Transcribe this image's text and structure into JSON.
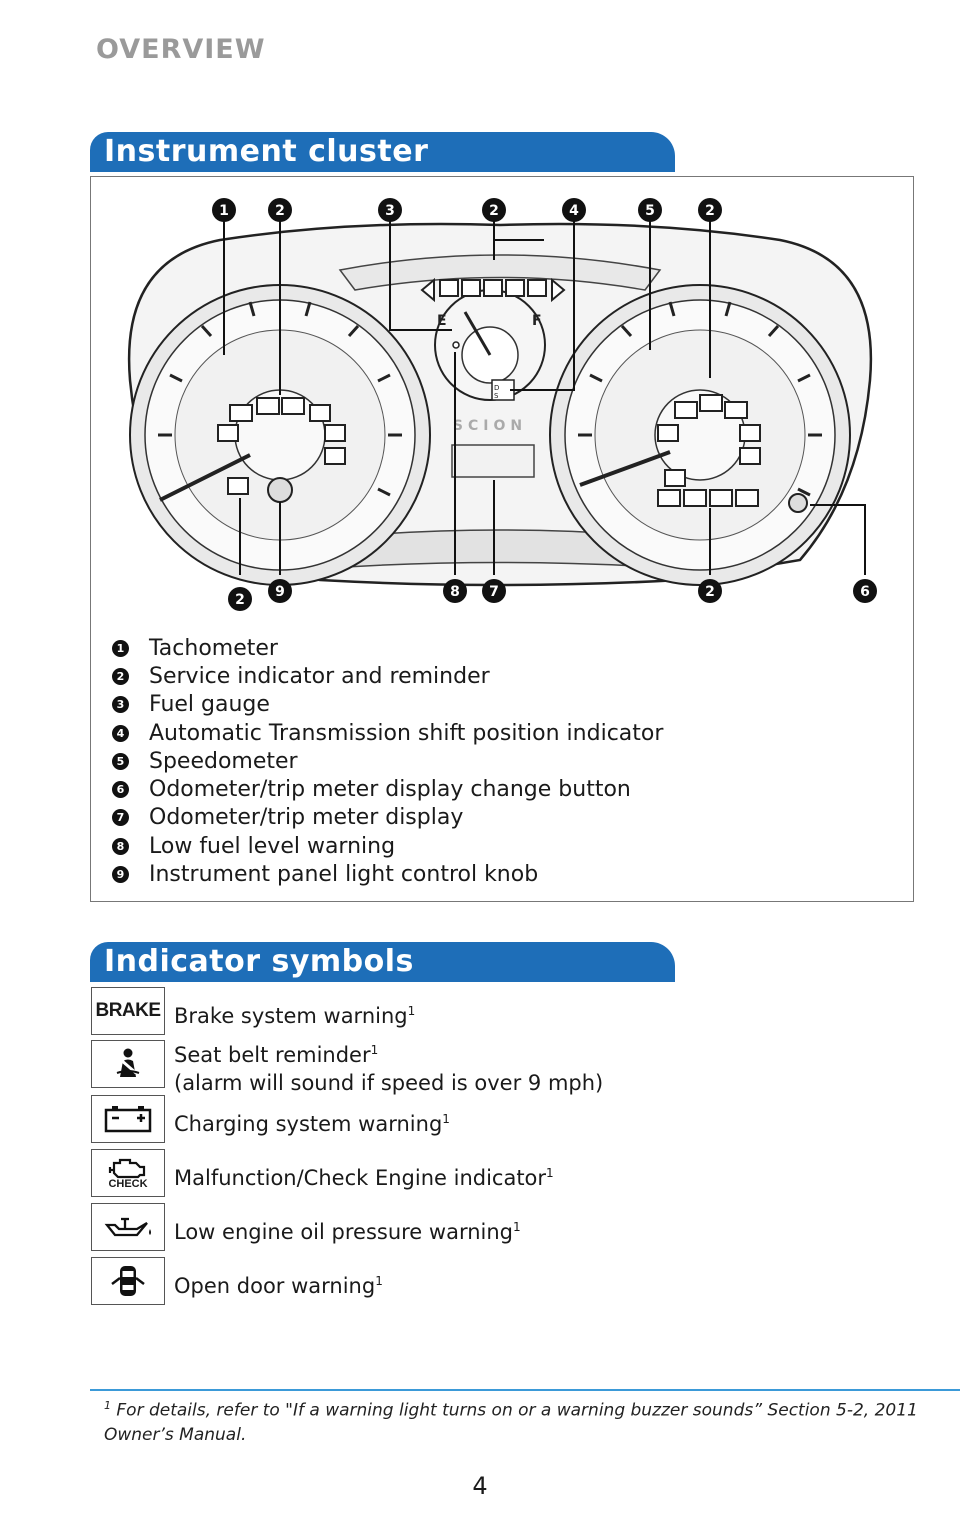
{
  "page": {
    "section_title": "OVERVIEW",
    "page_number": "4"
  },
  "instrument_cluster": {
    "heading": "Instrument cluster",
    "cluster_brand_logo": "SCION",
    "callouts_top": [
      "1",
      "2",
      "3",
      "2",
      "4",
      "5",
      "2"
    ],
    "callouts_bottom": [
      "2",
      "9",
      "8",
      "7",
      "2",
      "6"
    ],
    "fuel_gauge_labels": [
      "E",
      "F"
    ],
    "shift_indicator_labels": [
      "D",
      "S"
    ],
    "legend": [
      {
        "num": "1",
        "label": "Tachometer"
      },
      {
        "num": "2",
        "label": "Service indicator and reminder"
      },
      {
        "num": "3",
        "label": "Fuel gauge"
      },
      {
        "num": "4",
        "label": "Automatic Transmission shift position indicator"
      },
      {
        "num": "5",
        "label": "Speedometer"
      },
      {
        "num": "6",
        "label": "Odometer/trip meter display change button"
      },
      {
        "num": "7",
        "label": "Odometer/trip meter display"
      },
      {
        "num": "8",
        "label": "Low fuel level warning"
      },
      {
        "num": "9",
        "label": "Instrument panel light control knob"
      }
    ]
  },
  "indicator_symbols": {
    "heading": "Indicator symbols",
    "items": [
      {
        "icon": "brake-warning-icon",
        "icon_text": "BRAKE",
        "label": "Brake system warning",
        "sup": "1",
        "label2": ""
      },
      {
        "icon": "seat-belt-icon",
        "icon_text": "",
        "label": "Seat belt reminder",
        "sup": "1",
        "label2": "(alarm will sound if speed is over 9 mph)"
      },
      {
        "icon": "battery-icon",
        "icon_text": "",
        "label": "Charging system warning",
        "sup": "1",
        "label2": ""
      },
      {
        "icon": "check-engine-icon",
        "icon_text": "CHECK",
        "label": "Malfunction/Check Engine indicator",
        "sup": "1",
        "label2": ""
      },
      {
        "icon": "oil-can-icon",
        "icon_text": "",
        "label": "Low engine oil pressure warning",
        "sup": "1",
        "label2": ""
      },
      {
        "icon": "open-door-icon",
        "icon_text": "",
        "label": "Open door warning",
        "sup": "1",
        "label2": ""
      }
    ]
  },
  "footnote": {
    "marker": "1",
    "text": "For details, refer to \"If a warning light turns on or a warning buzzer sounds” Section 5-2, 2011 Owner’s Manual."
  },
  "colors": {
    "banner": "#1e6eb8",
    "overview_title": "#9a9a9a",
    "footnote_rule": "#3b9ad8"
  }
}
